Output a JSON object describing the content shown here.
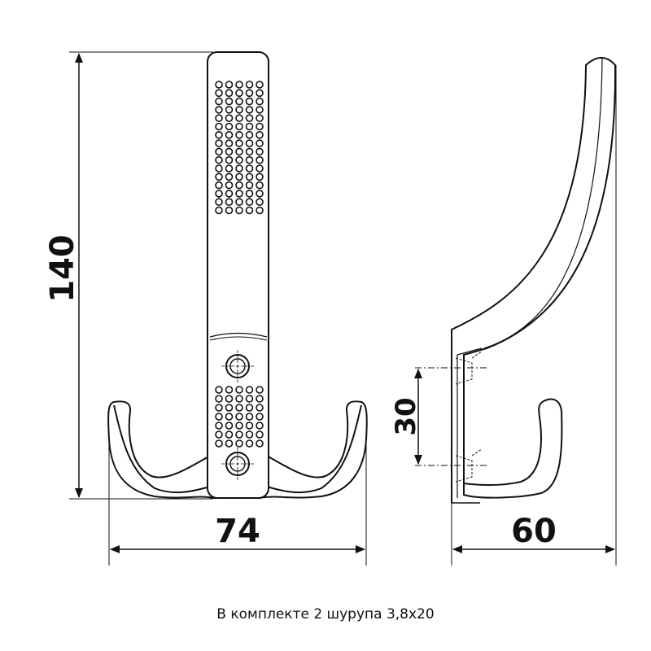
{
  "dimensions": {
    "height": "140",
    "width_front": "74",
    "width_side": "60",
    "hole_spacing": "30"
  },
  "caption": "В комплекте 2 шурупа 3,8х20",
  "colors": {
    "line": "#111111",
    "background": "#ffffff"
  }
}
